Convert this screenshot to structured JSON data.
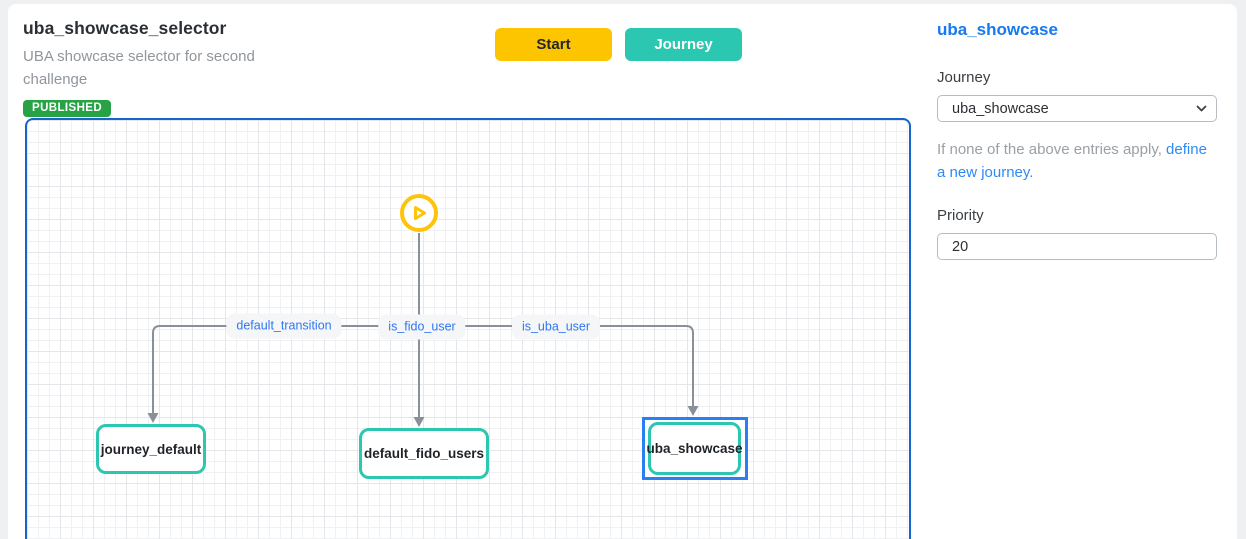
{
  "header": {
    "title": "uba_showcase_selector",
    "description": "UBA showcase selector for second challenge",
    "badge": "PUBLISHED"
  },
  "toolbar": {
    "start": "Start",
    "journey": "Journey"
  },
  "canvas": {
    "start_icon": "play-icon",
    "edges": {
      "left": "default_transition",
      "center": "is_fido_user",
      "right": "is_uba_user"
    },
    "nodes": {
      "left": "journey_default",
      "center": "default_fido_users",
      "right": "uba_showcase"
    },
    "selected_node": "uba_showcase"
  },
  "panel": {
    "title": "uba_showcase",
    "journey_label": "Journey",
    "journey_selected": "uba_showcase",
    "hint_prefix": "If none of the above entries apply, ",
    "hint_link": "define a new journey.",
    "priority_label": "Priority",
    "priority_value": "20"
  },
  "colors": {
    "accent_blue": "#2b7ff2",
    "link_blue": "#2e8af6",
    "teal": "#2cc7b0",
    "yellow": "#fcc500",
    "badge_green": "#27a345",
    "canvas_border_blue": "#1565cb",
    "edge_line_gray": "#8a9097"
  }
}
